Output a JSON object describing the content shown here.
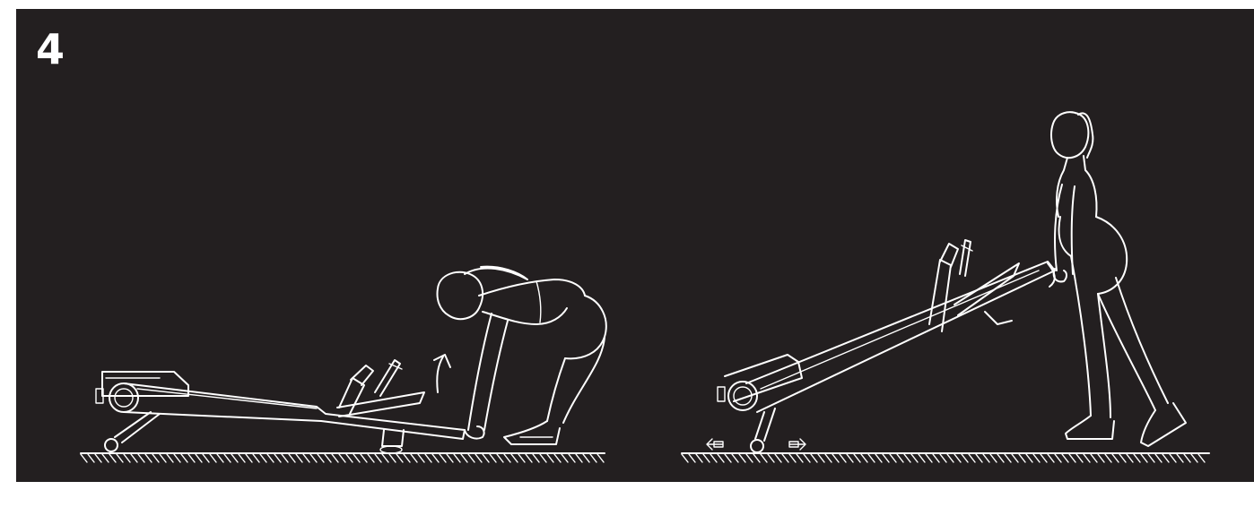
{
  "step": {
    "number": "4"
  },
  "colors": {
    "panel_background": "#231f20",
    "page_background": "#ffffff",
    "line_art": "#ffffff"
  },
  "scenes": [
    {
      "id": "lift-handle",
      "icons": [
        "person-lifting-icon",
        "folded-machine-icon",
        "lift-arrow-icon",
        "floor-hatch-icon"
      ]
    },
    {
      "id": "roll-on-wheels",
      "icons": [
        "person-walking-icon",
        "tilted-machine-icon",
        "wheel-arrows-icon",
        "floor-hatch-icon"
      ]
    }
  ]
}
